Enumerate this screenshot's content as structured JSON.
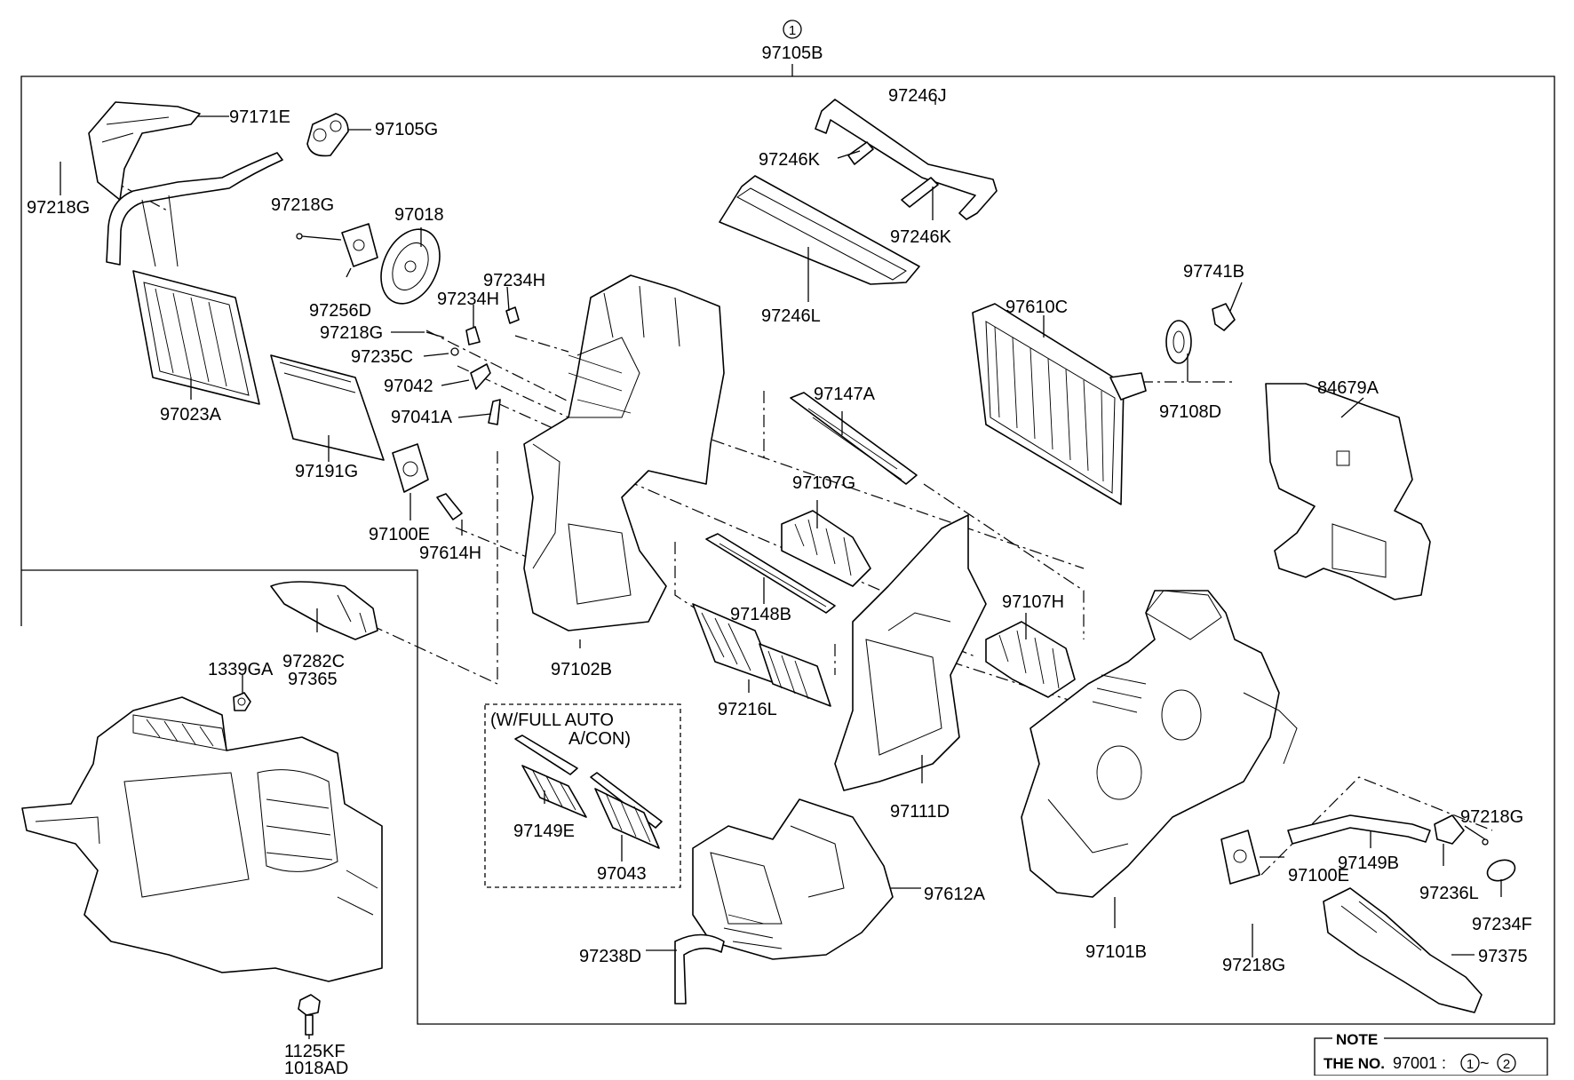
{
  "header": {
    "circle": "1",
    "assembly": "97105B"
  },
  "labels": {
    "p97171E": "97171E",
    "p97105G": "97105G",
    "p97218G_a": "97218G",
    "p97218G_b": "97218G",
    "p97018": "97018",
    "p97256D": "97256D",
    "p97234H_a": "97234H",
    "p97234H_b": "97234H",
    "p97218G_c": "97218G",
    "p97235C": "97235C",
    "p97042": "97042",
    "p97041A": "97041A",
    "p97023A": "97023A",
    "p97191G": "97191G",
    "p97100E_a": "97100E",
    "p97614H": "97614H",
    "p97246J": "97246J",
    "p97246K_a": "97246K",
    "p97246K_b": "97246K",
    "p97246L": "97246L",
    "p97741B": "97741B",
    "p97610C": "97610C",
    "p97108D": "97108D",
    "p84679A": "84679A",
    "p97147A": "97147A",
    "p97107G": "97107G",
    "p97148B": "97148B",
    "p97102B": "97102B",
    "p97216L": "97216L",
    "p97107H": "97107H",
    "p97111D": "97111D",
    "p97282C": "97282C",
    "p97365": "97365",
    "p1339GA": "1339GA",
    "p1125KF": "1125KF",
    "p1018AD": "1018AD",
    "p97149E": "97149E",
    "p97043": "97043",
    "p97612A": "97612A",
    "p97238D": "97238D",
    "p97101B": "97101B",
    "p97100E_b": "97100E",
    "p97218G_d": "97218G",
    "p97218G_e": "97218G",
    "p97149B": "97149B",
    "p97236L": "97236L",
    "p97234F": "97234F",
    "p97375": "97375"
  },
  "option_box": {
    "line1": "(W/FULL AUTO",
    "line2": "A/CON)"
  },
  "note": {
    "title": "NOTE",
    "prefix": "THE NO.",
    "number": "97001 :",
    "from": "1",
    "tilde": "~",
    "to": "2"
  }
}
